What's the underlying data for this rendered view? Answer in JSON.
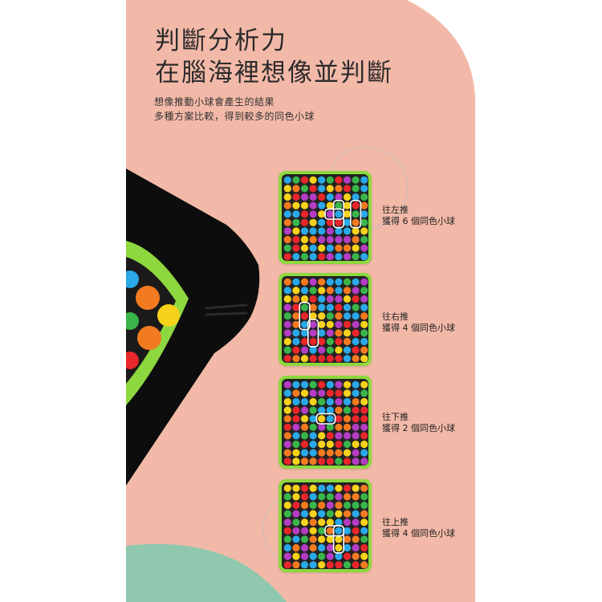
{
  "heading": {
    "line1": "判斷分析力",
    "line2": "在腦海裡想像並判斷"
  },
  "description": {
    "line1": "想像推動小球會產生的結果",
    "line2": "多種方案比較，得到較多的同色小球"
  },
  "boards": [
    {
      "direction": "往左推",
      "result": "獲得 6 個同色小球"
    },
    {
      "direction": "往右推",
      "result": "獲得 4 個同色小球"
    },
    {
      "direction": "往下推",
      "result": "獲得 2 個同色小球"
    },
    {
      "direction": "往上推",
      "result": "獲得 4 個同色小球"
    }
  ],
  "colors": {
    "background": "#f3b9a8",
    "board_frame": "#8ed83f",
    "ball_palette": [
      "#e8262b",
      "#f7d21a",
      "#2aa8e8",
      "#39b54a",
      "#f47a20",
      "#b43dc4"
    ]
  }
}
